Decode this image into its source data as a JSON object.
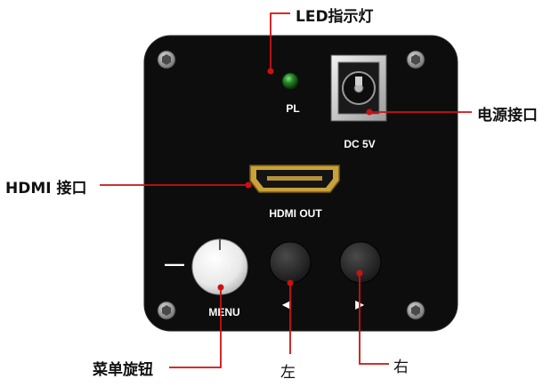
{
  "callouts": {
    "led": "LED指示灯",
    "power": "电源接口",
    "hdmi": "HDMI 接口",
    "menu": "菜单旋钮",
    "left": "左",
    "right": "右"
  },
  "plate_labels": {
    "pl": "PL",
    "dc": "DC 5V",
    "hdmi_out": "HDMI OUT",
    "menu": "MENU",
    "minus": "—",
    "left_arrow": "◀",
    "right_arrow": "▶"
  },
  "colors": {
    "panel": "#0d0d0d",
    "callout_line": "#cc1111",
    "led": "#1f7a1f",
    "hdmi_gold": "#c8a23a"
  }
}
